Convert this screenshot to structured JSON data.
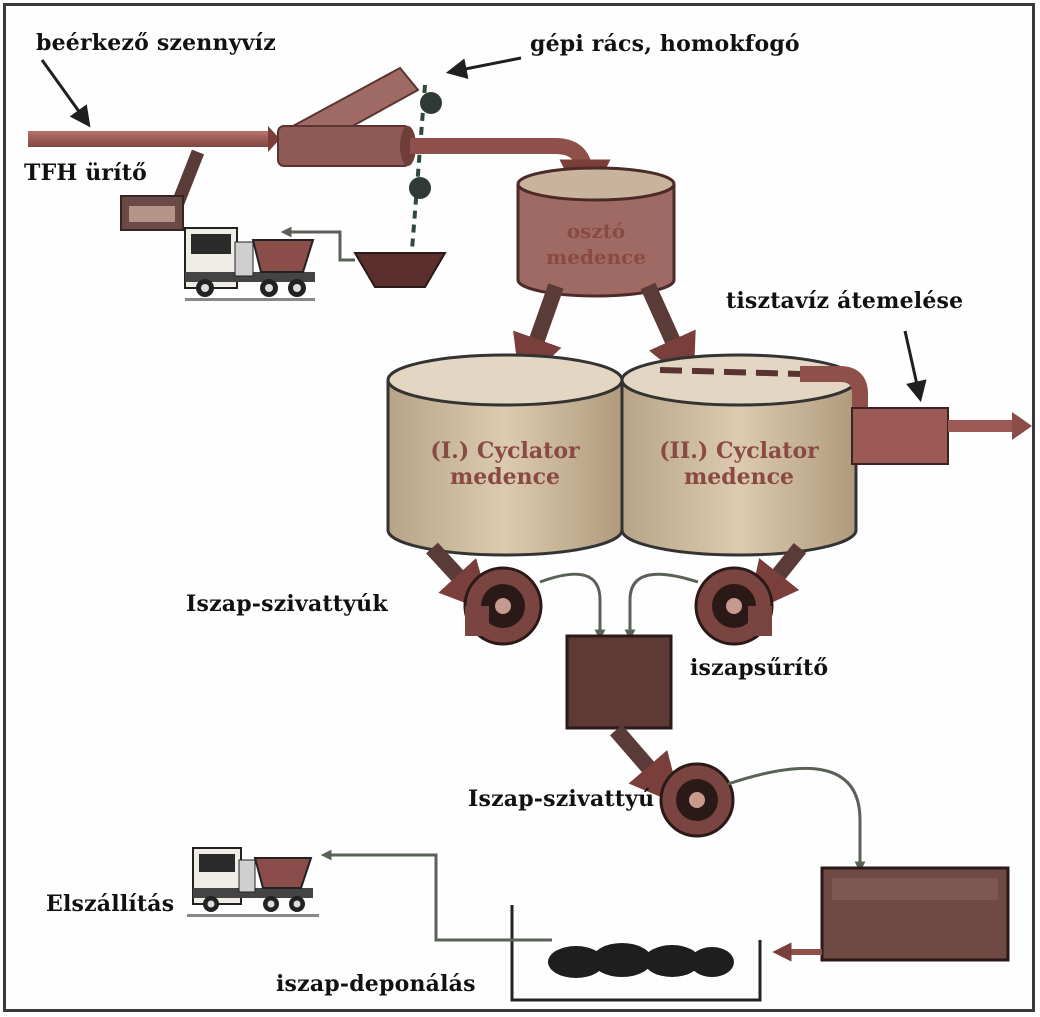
{
  "labels": {
    "inflow": "beérkező szennyvíz",
    "screen": "gépi rács, homokfogó",
    "tfh": "TFH ürítő",
    "distribution_1": "osztó",
    "distribution_2": "medence",
    "clean_water": "tisztavíz átemelése",
    "cyclator1_1": "(I.) Cyclator",
    "cyclator1_2": "medence",
    "cyclator2_1": "(II.) Cyclator",
    "cyclator2_2": "medence",
    "pumps": "Iszap-szivattyúk",
    "thickener": "iszapsűrítő",
    "pump": "Iszap-szivattyú",
    "transport": "Elszállítás",
    "deposit": "iszap-deponálás"
  },
  "colors": {
    "pipe": "#9c5a56",
    "tank": "#ccbba0",
    "tank_top": "#e6dccb",
    "dark_box": "#5e3a34",
    "arrow": "#1f1f1f"
  }
}
